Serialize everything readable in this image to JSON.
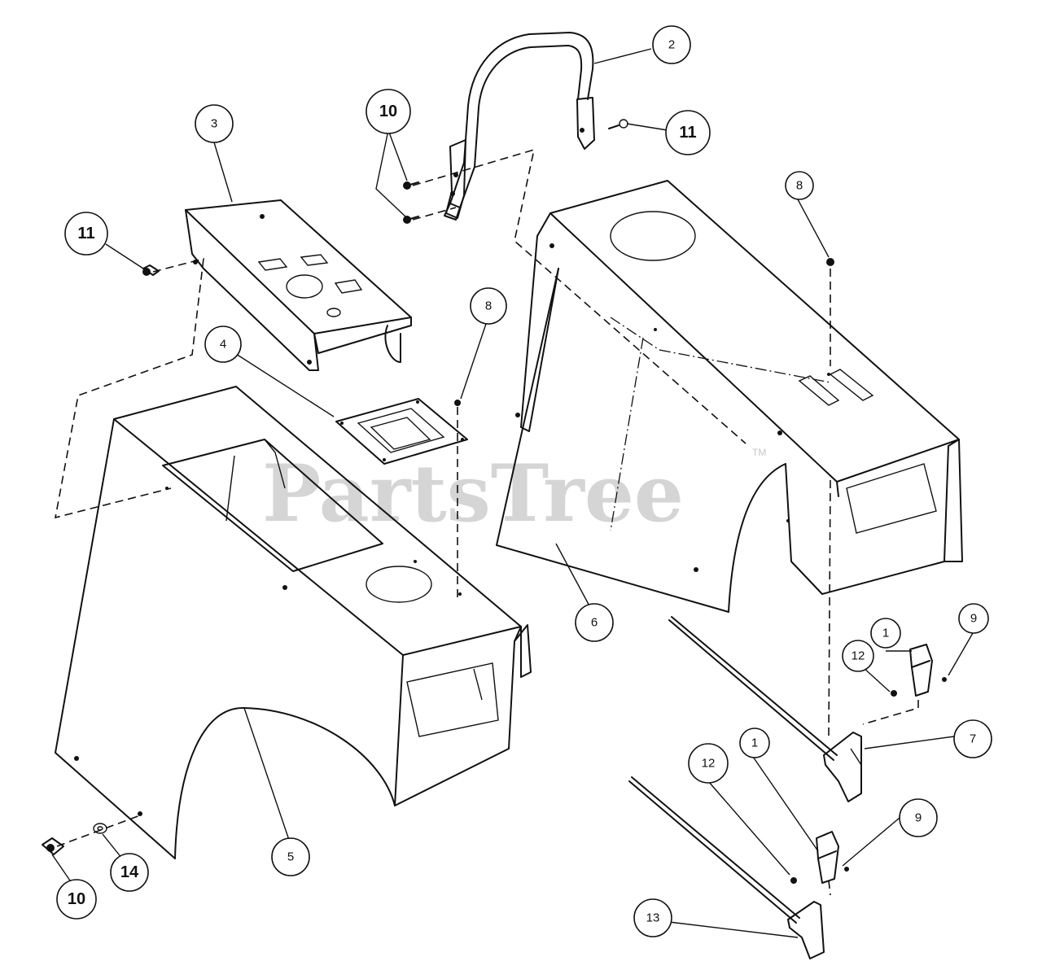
{
  "watermark": {
    "text": "PartsTree",
    "trademark": "TM"
  },
  "callouts": [
    {
      "id": "c-2",
      "label": "2"
    },
    {
      "id": "c-10a",
      "label": "10"
    },
    {
      "id": "c-11a",
      "label": "11"
    },
    {
      "id": "c-3",
      "label": "3"
    },
    {
      "id": "c-8a",
      "label": "8"
    },
    {
      "id": "c-11b",
      "label": "11"
    },
    {
      "id": "c-8b",
      "label": "8"
    },
    {
      "id": "c-4",
      "label": "4"
    },
    {
      "id": "c-6",
      "label": "6"
    },
    {
      "id": "c-1a",
      "label": "1"
    },
    {
      "id": "c-9a",
      "label": "9"
    },
    {
      "id": "c-12a",
      "label": "12"
    },
    {
      "id": "c-7",
      "label": "7"
    },
    {
      "id": "c-12b",
      "label": "12"
    },
    {
      "id": "c-1b",
      "label": "1"
    },
    {
      "id": "c-9b",
      "label": "9"
    },
    {
      "id": "c-5",
      "label": "5"
    },
    {
      "id": "c-14",
      "label": "14"
    },
    {
      "id": "c-10b",
      "label": "10"
    },
    {
      "id": "c-13",
      "label": "13"
    }
  ]
}
